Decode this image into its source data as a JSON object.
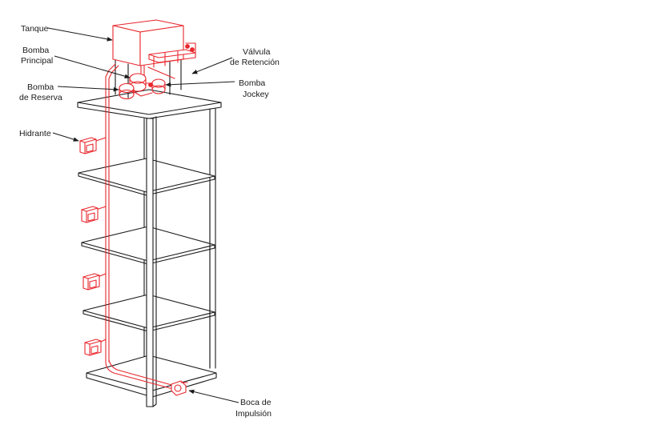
{
  "colors": {
    "system": "#e8262c",
    "structure": "#1a1a1a",
    "background": "#ffffff"
  },
  "labels": {
    "tanque": "Tanque",
    "bomba_principal_1": "Bomba",
    "bomba_principal_2": "Principal",
    "bomba_reserva_1": "Bomba",
    "bomba_reserva_2": "de Reserva",
    "hidrante": "Hidrante",
    "valvula_1": "Válvula",
    "valvula_2": "de Retención",
    "bomba_jockey_1": "Bomba",
    "bomba_jockey_2": "Jockey",
    "boca_1": "Boca de",
    "boca_2": "Impulsión"
  }
}
